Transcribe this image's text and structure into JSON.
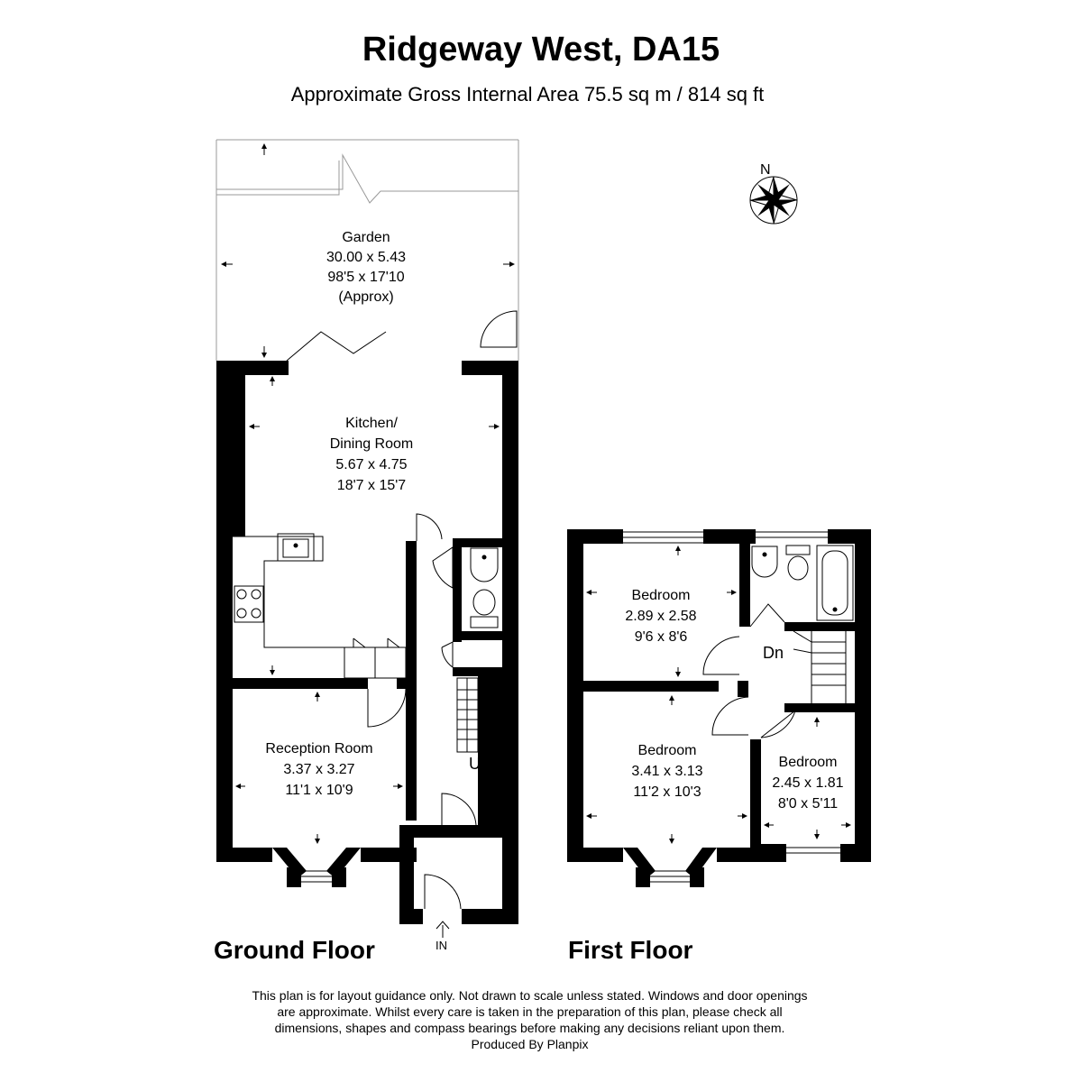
{
  "header": {
    "title": "Ridgeway West, DA15",
    "subtitle": "Approximate Gross Internal Area 75.5 sq m / 814 sq ft"
  },
  "compass": {
    "label": "N"
  },
  "ground_floor": {
    "label": "Ground Floor",
    "entrance_label": "IN",
    "stairs_label": "Up",
    "rooms": {
      "garden": [
        "Garden",
        "30.00 x 5.43",
        "98'5 x 17'10",
        "(Approx)"
      ],
      "kitchen": [
        "Kitchen/",
        "Dining Room",
        "5.67 x 4.75",
        "18'7 x 15'7"
      ],
      "reception": [
        "Reception Room",
        "3.37 x 3.27",
        "11'1 x 10'9"
      ]
    }
  },
  "first_floor": {
    "label": "First Floor",
    "stairs_label": "Dn",
    "rooms": {
      "bedroom1": [
        "Bedroom",
        "2.89 x 2.58",
        "9'6 x 8'6"
      ],
      "bedroom2": [
        "Bedroom",
        "3.41 x 3.13",
        "11'2 x 10'3"
      ],
      "bedroom3": [
        "Bedroom",
        "2.45 x 1.81",
        "8'0 x 5'11"
      ]
    }
  },
  "disclaimer": {
    "lines": [
      "This plan is for layout guidance only. Not drawn to scale unless stated. Windows and door openings",
      "are approximate. Whilst every care is taken in the preparation of this plan, please check all",
      "dimensions, shapes and compass bearings before making any decisions reliant upon them.",
      "Produced By Planpix"
    ]
  }
}
